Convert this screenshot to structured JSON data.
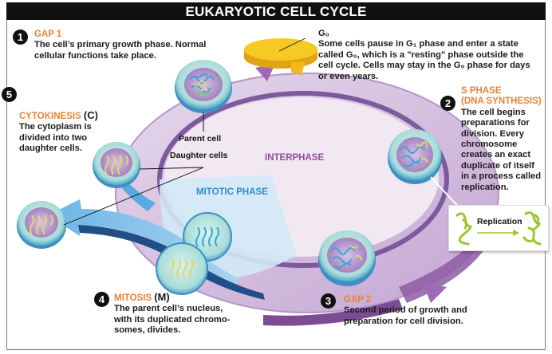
{
  "title": "EUKARYOTIC CELL CYCLE",
  "phases": {
    "interphase": "INTERPHASE",
    "mitotic": "MITOTIC PHASE"
  },
  "colors": {
    "step_title": "#e8833a",
    "interphase_label": "#8e4f95",
    "mitotic_label": "#2b8fcc",
    "interphase_ring": "#c9b1d8",
    "mitotic_arrow": "#5aa9e0",
    "g0_disk": "#f5c518",
    "replication_strand": "#9bc531"
  },
  "steps": [
    {
      "number": "1",
      "title": "GAP 1",
      "suffix": "",
      "text_lines": [
        "The cell’s primary growth phase. Normal",
        "cellular functions take place."
      ]
    },
    {
      "number": "2",
      "title": "S PHASE",
      "title2": "(DNA SYNTHESIS)",
      "suffix": "",
      "text_lines": [
        "The cell begins",
        "preparations for",
        "division. Every",
        "chromosome",
        "creates an exact",
        "duplicate of itself",
        "in a process called",
        "replication."
      ]
    },
    {
      "number": "3",
      "title": "GAP 2",
      "suffix": "",
      "text_lines": [
        "Second period of growth and",
        "preparation for cell division."
      ]
    },
    {
      "number": "4",
      "title": "MITOSIS",
      "suffix": "(M)",
      "text_lines": [
        "The parent cell’s nucleus,",
        "with its duplicated chromo-",
        "somes, divides."
      ]
    },
    {
      "number": "5",
      "title": "CYTOKINESIS",
      "suffix": "(C)",
      "text_lines": [
        "The cytoplasm is",
        "divided into two",
        "daughter cells."
      ]
    }
  ],
  "g0": {
    "title": "G₀",
    "text_lines": [
      "Some cells pause in G₁ phase and enter a state",
      "called G₀, which is a \"resting\" phase outside the",
      "cell cycle. Cells may stay in the G₀ phase for days",
      "or even years."
    ]
  },
  "cell_labels": {
    "parent": "Parent cell",
    "daughter": "Daughter cells"
  },
  "replication": {
    "label": "Replication"
  }
}
